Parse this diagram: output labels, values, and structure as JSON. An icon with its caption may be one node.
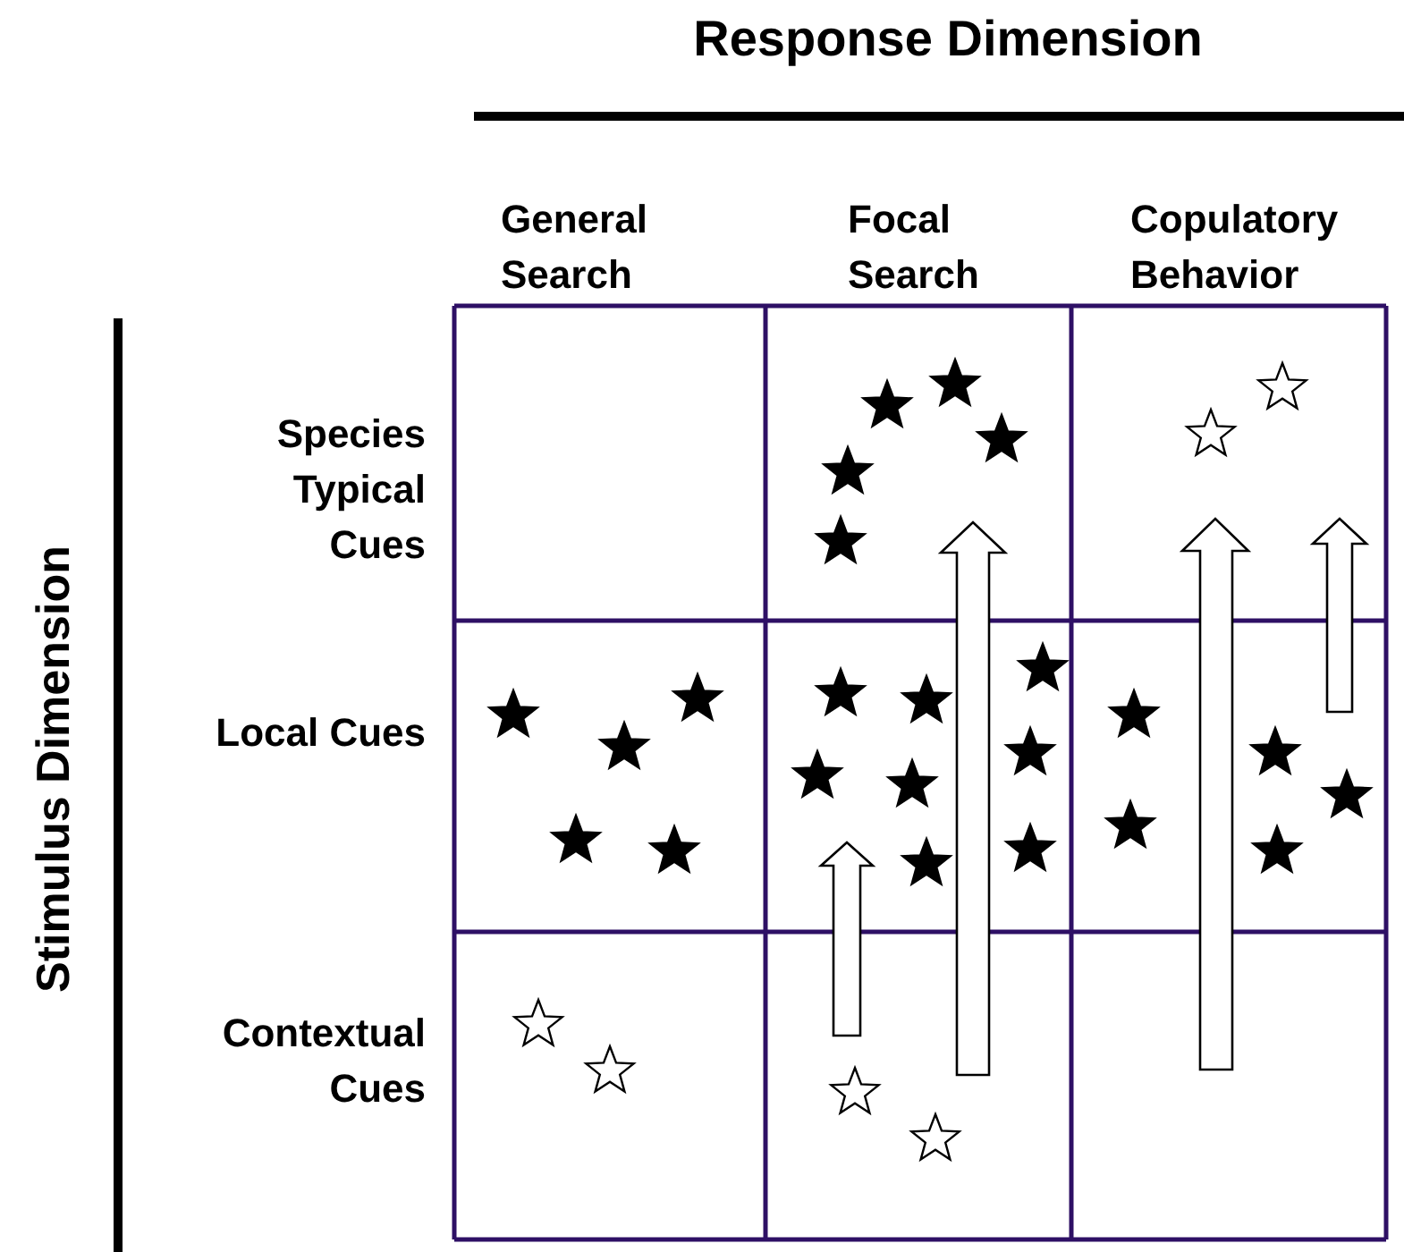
{
  "diagram": {
    "labels": [
      "Response Dimension",
      "General Search",
      "Focal Search",
      "Copulatory Behavior",
      "Species Typical Cues",
      "Local Cues",
      "Contextual Cues",
      "Stimulus Dimension"
    ]
  }
}
